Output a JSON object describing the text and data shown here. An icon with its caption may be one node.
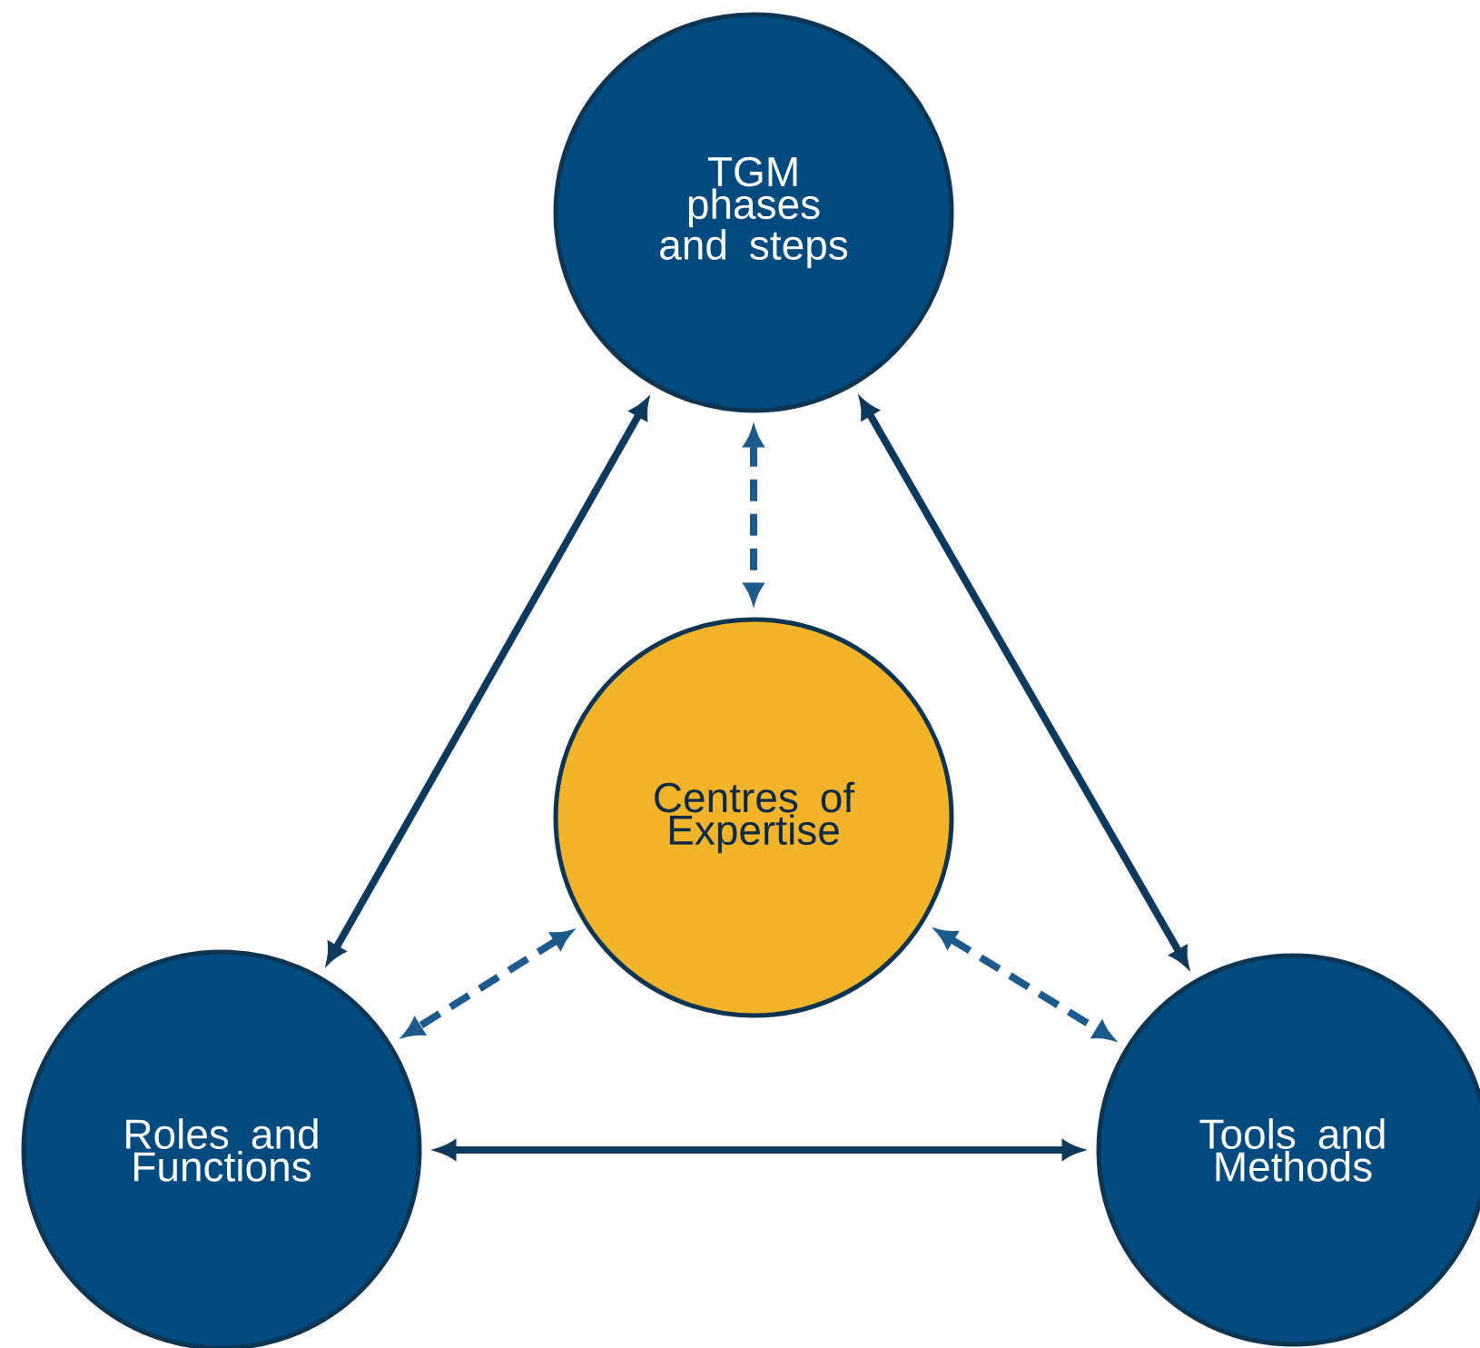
{
  "diagram": {
    "nodes": [
      {
        "text": [
          "TGM phases and steps"
        ]
      },
      {
        "text": [
          "Centres of Expertise"
        ]
      },
      {
        "text": [
          "Roles and Functions"
        ]
      },
      {
        "text": [
          "Tools and Methods"
        ]
      }
    ],
    "edges": [
      {
        "from": 0,
        "to": 2,
        "arrow": "both"
      },
      {
        "from": 0,
        "to": 3,
        "arrow": "both"
      },
      {
        "from": 2,
        "to": 3,
        "arrow": "both"
      },
      {
        "from": 0,
        "to": 1,
        "arrow": "both",
        "style": "dashed",
        "color": "#1c5a8e"
      },
      {
        "from": 1,
        "to": 2,
        "arrow": "both",
        "style": "dashed",
        "color": "#1c5a8e"
      },
      {
        "from": 1,
        "to": 3,
        "arrow": "both",
        "style": "dashed",
        "color": "#1c5a8e"
      }
    ]
  }
}
